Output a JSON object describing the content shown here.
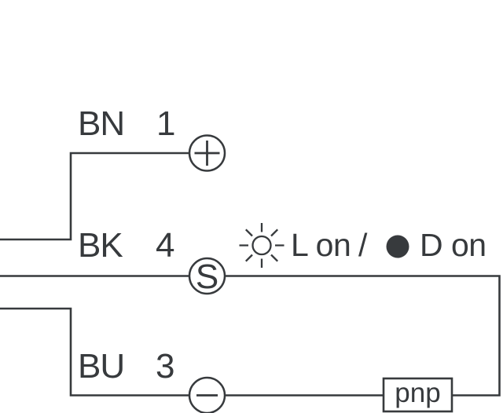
{
  "colors": {
    "background": "#ffffff",
    "line": "#373a3d",
    "text": "#373a3d"
  },
  "wires": [
    {
      "label": "BN",
      "pin": "1",
      "terminal_symbol": "+",
      "terminal": "plus"
    },
    {
      "label": "BK",
      "pin": "4",
      "terminal_symbol": "S",
      "terminal": "signal"
    },
    {
      "label": "BU",
      "pin": "3",
      "terminal_symbol": "−",
      "terminal": "minus"
    }
  ],
  "switching_mode": {
    "light_on_label": "L on",
    "separator": "/",
    "dark_on_label": "D on",
    "light_icon": "sun-icon",
    "dark_icon": "filled-circle-icon"
  },
  "output": {
    "label": "pnp"
  }
}
